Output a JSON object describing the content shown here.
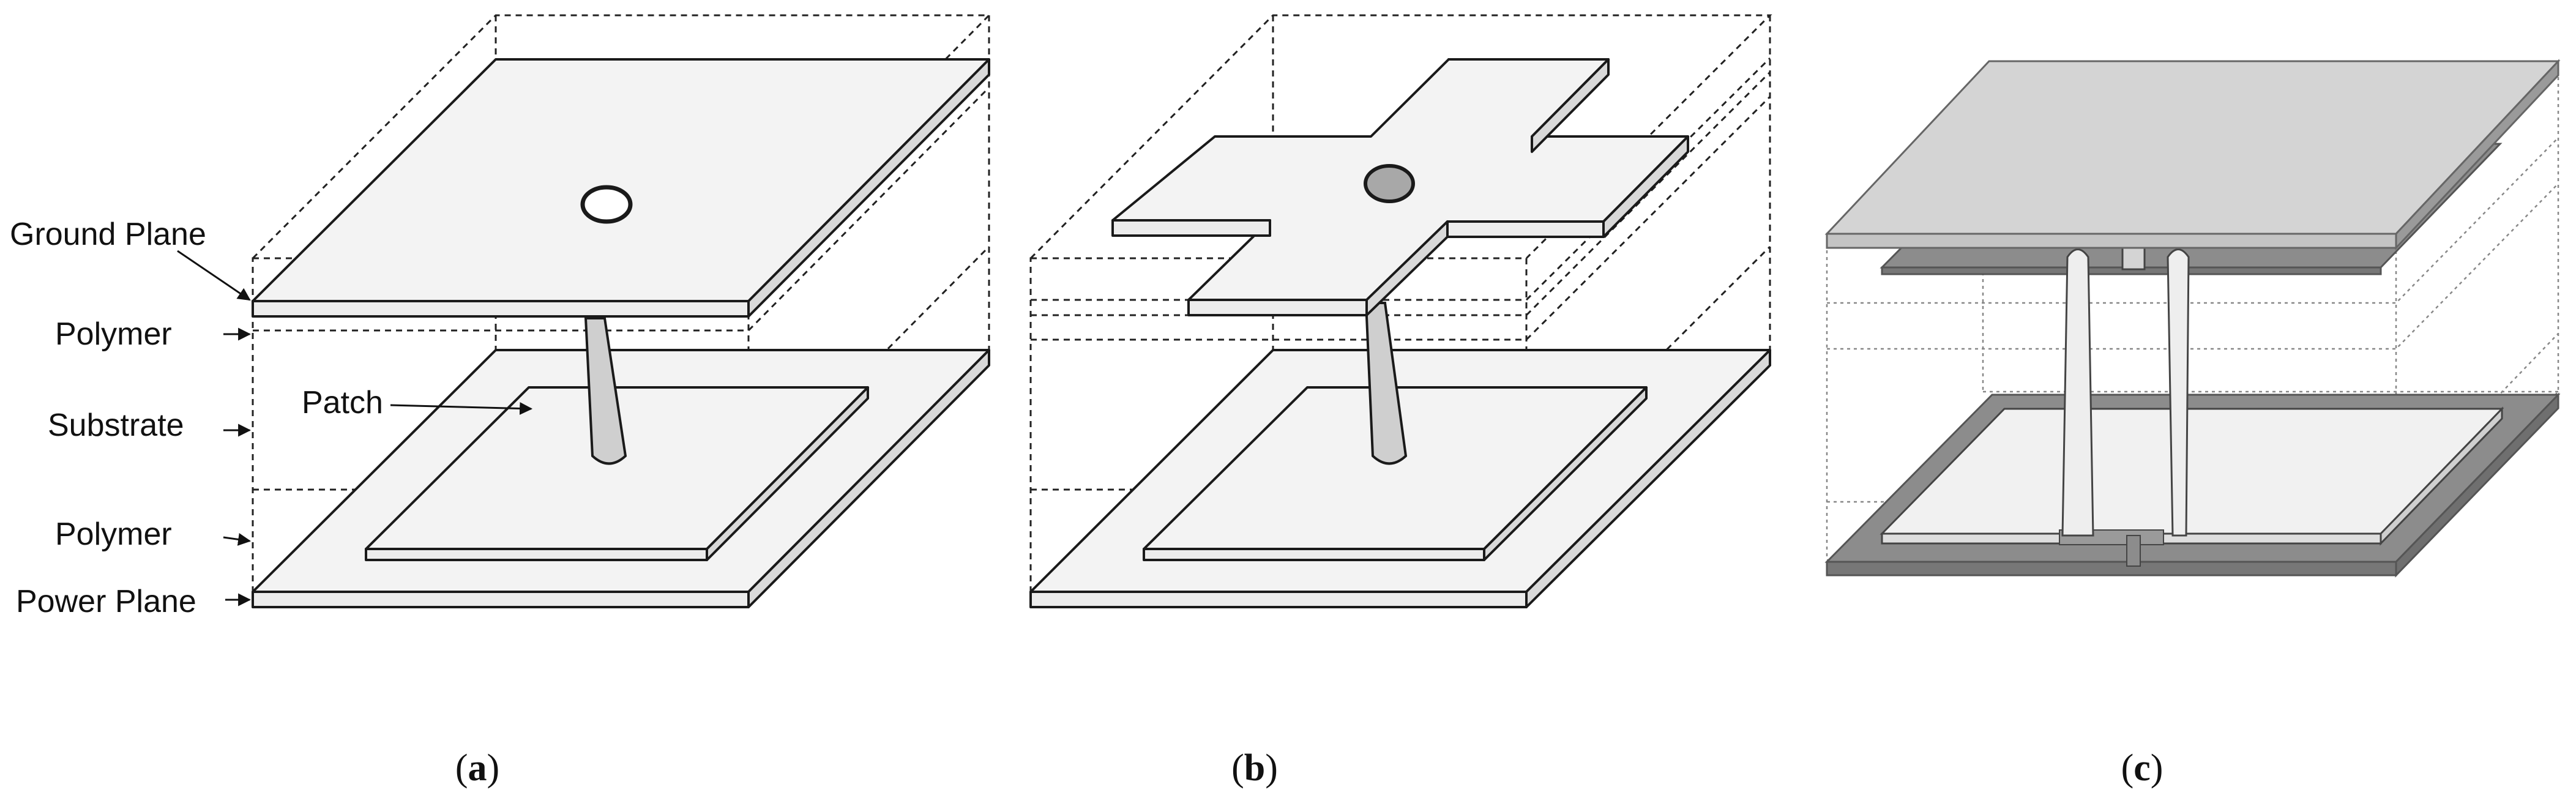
{
  "labels": {
    "ground_plane": "Ground Plane",
    "polymer_top": "Polymer",
    "substrate": "Substrate",
    "patch": "Patch",
    "polymer_bottom": "Polymer",
    "power_plane": "Power Plane"
  },
  "captions": {
    "a": {
      "open": "(",
      "letter": "a",
      "close": ")"
    },
    "b": {
      "open": "(",
      "letter": "b",
      "close": ")"
    },
    "c": {
      "open": "(",
      "letter": "c",
      "close": ")"
    }
  },
  "colors": {
    "plane_top": "#f3f3f3",
    "plane_side": "#d9d9d9",
    "via_fill": "#cfcfcf",
    "hole_fill_b": "#a8a8a8",
    "c_top": "#d4d4d4",
    "c_dark": "#8c8c8c",
    "c_patch": "#f1f1f1"
  }
}
